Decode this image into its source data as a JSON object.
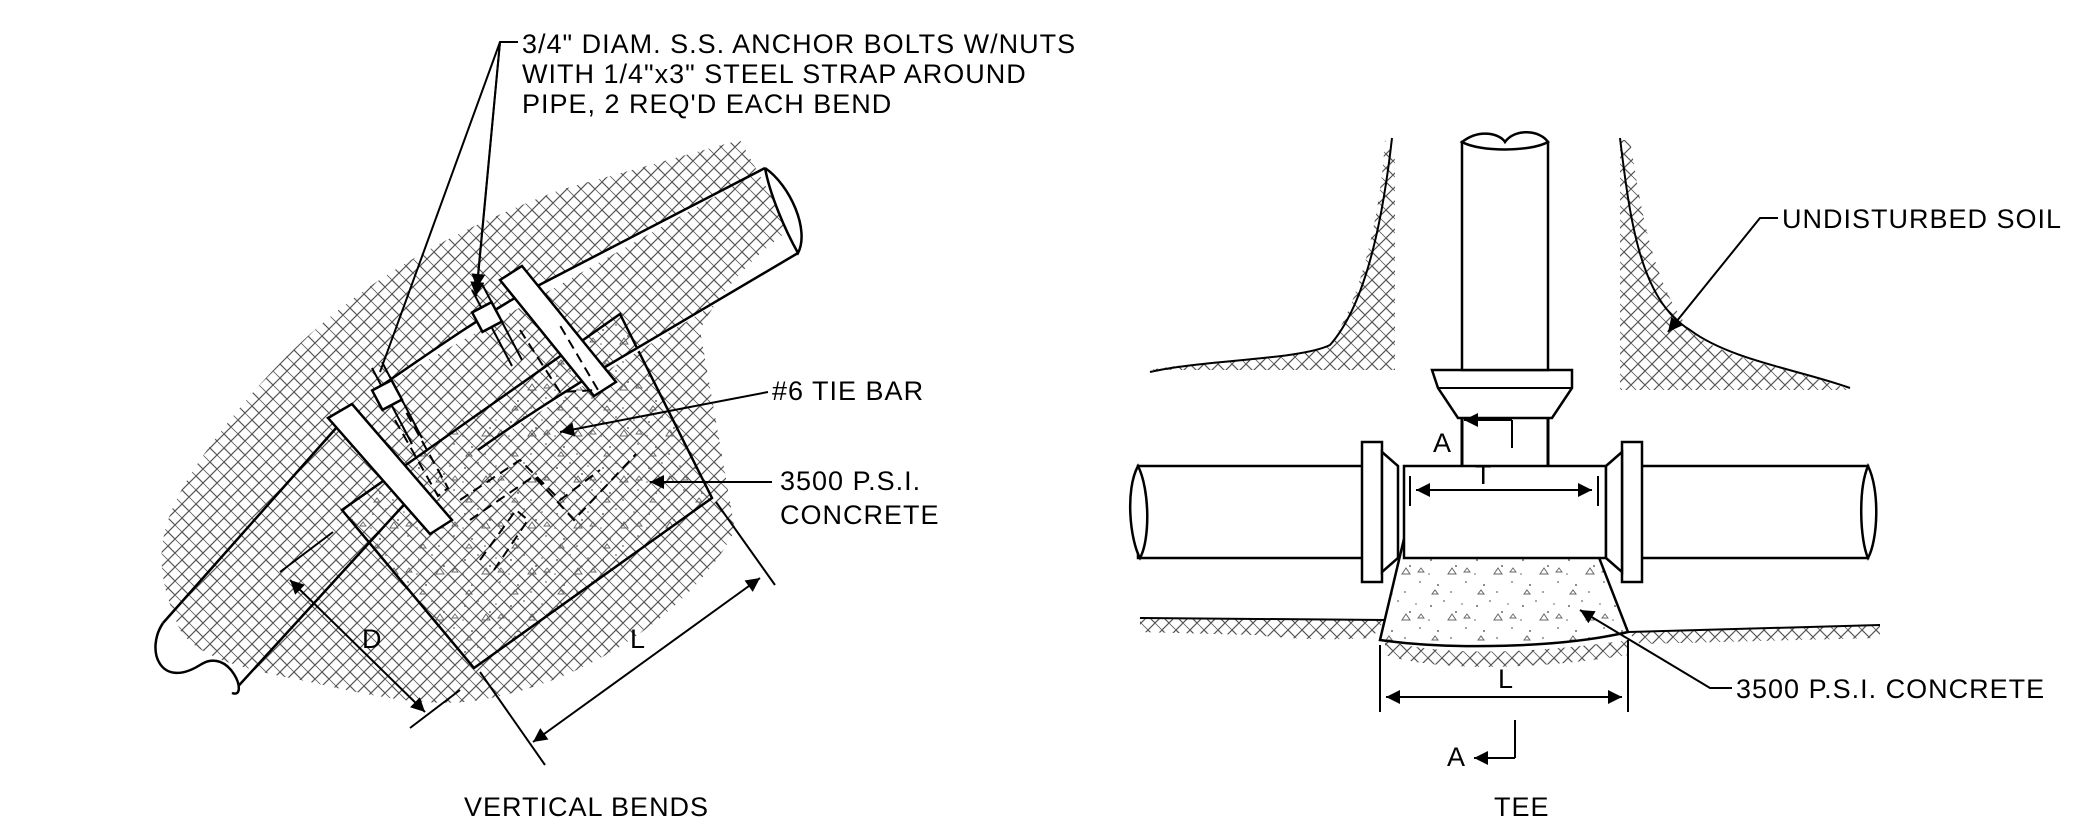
{
  "drawing": {
    "left_view": {
      "title": "VERTICAL BENDS",
      "note_anchor_bolts": [
        "3/4\" DIAM. S.S. ANCHOR BOLTS W/NUTS",
        "WITH 1/4\"x3\" STEEL STRAP AROUND",
        "PIPE,  2 REQ'D EACH BEND"
      ],
      "note_tie_bar": "#6 TIE BAR",
      "note_concrete": [
        "3500 P.S.I.",
        "CONCRETE"
      ],
      "dim_d": "D",
      "dim_l": "L"
    },
    "right_view": {
      "title": "TEE",
      "note_soil": "UNDISTURBED SOIL",
      "note_concrete": "3500 P.S.I. CONCRETE",
      "dim_t": "T",
      "dim_l": "L",
      "section_top": "A",
      "section_bottom": "A"
    },
    "colors": {
      "line": "#000000",
      "background": "#ffffff",
      "hatch": "#555555",
      "stipple": "#666666"
    }
  }
}
